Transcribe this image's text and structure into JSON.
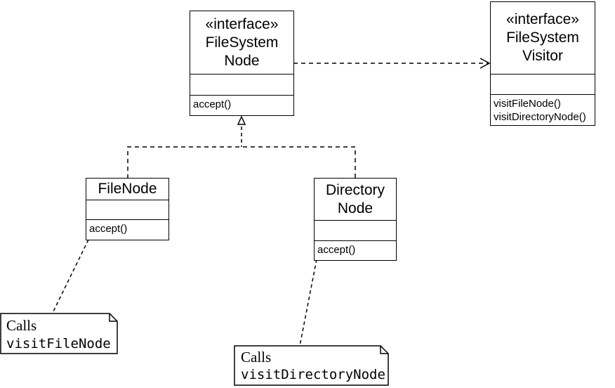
{
  "classes": {
    "fs_node": {
      "stereotype": "«interface»",
      "name_line1": "FileSystem",
      "name_line2": "Node",
      "operations": [
        "accept()"
      ]
    },
    "fs_visitor": {
      "stereotype": "«interface»",
      "name_line1": "FileSystem",
      "name_line2": "Visitor",
      "operations": [
        "visitFileNode()",
        "visitDirectoryNode()"
      ]
    },
    "file_node": {
      "name_line1": "FileNode",
      "operations": [
        "accept()"
      ]
    },
    "directory_node": {
      "name_line1": "Directory",
      "name_line2": "Node",
      "operations": [
        "accept()"
      ]
    }
  },
  "notes": {
    "file_note": {
      "label": "Calls",
      "code": "visitFileNode"
    },
    "directory_note": {
      "label": "Calls",
      "code": "visitDirectoryNode"
    }
  }
}
